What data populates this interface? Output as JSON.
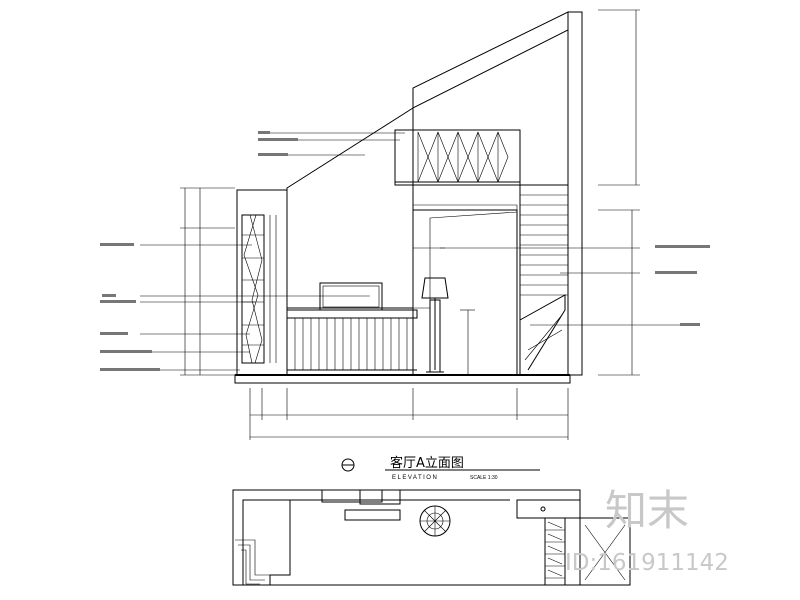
{
  "drawing": {
    "title": "客厅A立面图",
    "subtitle": "ELEVATION",
    "scale": "SCALE 1:30"
  },
  "watermark": {
    "brand": "知末",
    "id": "ID:161911142"
  }
}
